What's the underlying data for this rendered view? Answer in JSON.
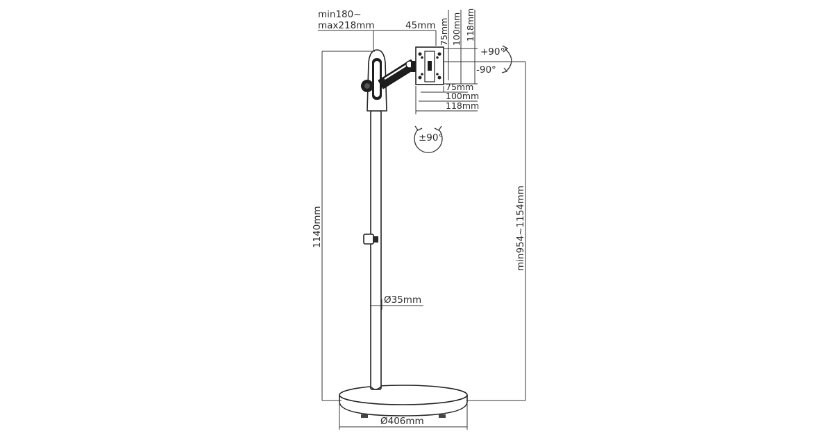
{
  "labels": {
    "arm_extension_1": "min180~",
    "arm_extension_2": "max218mm",
    "plate_offset": "45mm",
    "vesa_v_75": "75mm",
    "vesa_v_100": "100mm",
    "vesa_v_118": "118mm",
    "tilt_up": "+90°",
    "tilt_down": "-90°",
    "vesa_h_75": "75mm",
    "vesa_h_100": "100mm",
    "vesa_h_118": "118mm",
    "rotation": "±90°",
    "total_height": "1140mm",
    "center_height": "min954~1154mm",
    "pole_diameter": "Ø35mm",
    "base_diameter": "Ø406mm"
  }
}
